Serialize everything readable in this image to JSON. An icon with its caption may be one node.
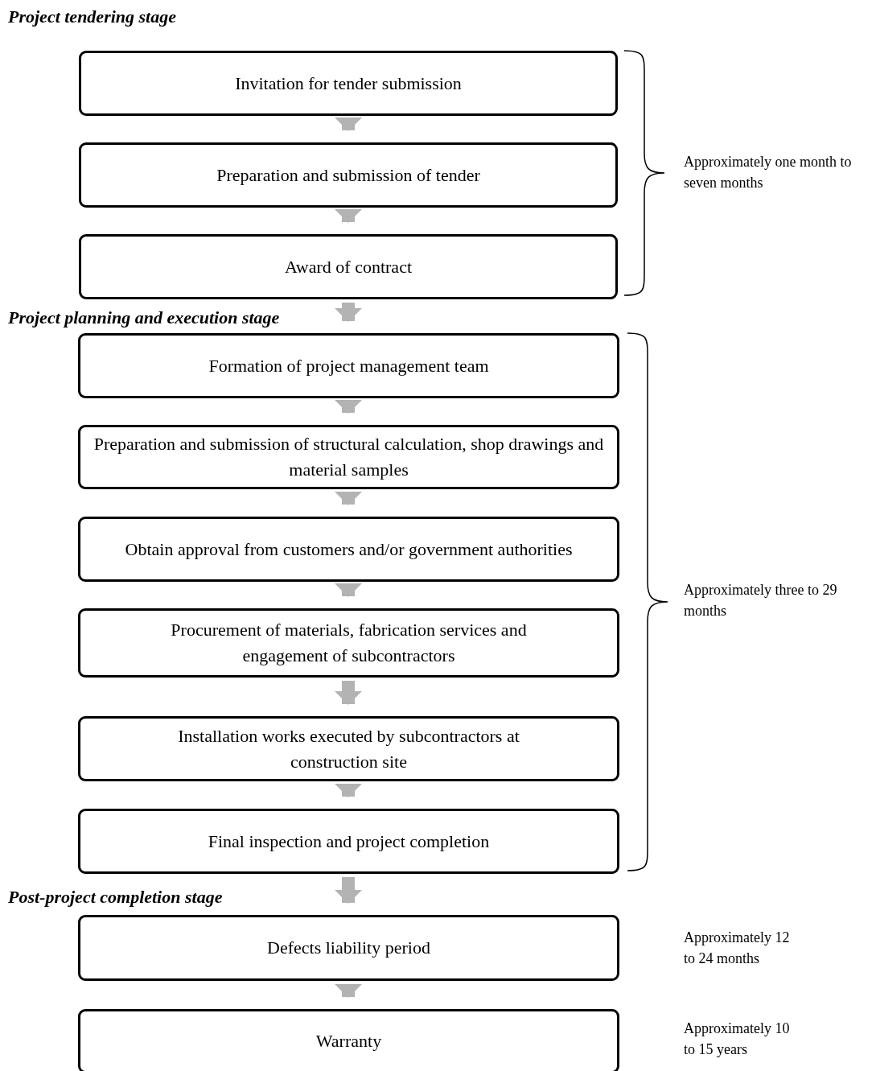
{
  "diagram": {
    "nodes": [
      {
        "text": [
          "Invitation for tender submission"
        ]
      },
      {
        "text": [
          "Preparation and submission of tender"
        ]
      },
      {
        "text": [
          "Award of contract"
        ]
      },
      {
        "text": [
          "Formation of project management team"
        ]
      },
      {
        "text": [
          "Preparation and submission of structural calculation, shop drawings and material samples"
        ]
      },
      {
        "text": [
          "Obtain approval from customers and/or government authorities"
        ]
      },
      {
        "text": [
          "Procurement of materials, fabrication services and engagement of subcontractors"
        ]
      },
      {
        "text": [
          "Installation works executed by subcontractors at construction site"
        ]
      },
      {
        "text": [
          "Final inspection and project completion"
        ]
      },
      {
        "text": [
          "Defects liability period"
        ]
      },
      {
        "text": [
          "Warranty"
        ]
      }
    ],
    "edges": [
      {
        "from": 0,
        "to": 1,
        "arrow": "to"
      },
      {
        "from": 1,
        "to": 2,
        "arrow": "to"
      },
      {
        "from": 2,
        "to": 3,
        "arrow": "to"
      },
      {
        "from": 3,
        "to": 4,
        "arrow": "to"
      },
      {
        "from": 4,
        "to": 5,
        "arrow": "to"
      },
      {
        "from": 5,
        "to": 6,
        "arrow": "to"
      },
      {
        "from": 6,
        "to": 7,
        "arrow": "to"
      },
      {
        "from": 7,
        "to": 8,
        "arrow": "to"
      },
      {
        "from": 8,
        "to": 9,
        "arrow": "to"
      },
      {
        "from": 9,
        "to": 10,
        "arrow": "to"
      }
    ],
    "labels": [
      "Project tendering stage",
      "Approximately one month to seven months",
      "Project planning and execution stage",
      "Approximately three to 29 months",
      "Post-project completion stage",
      "Approximately 12 to 24 months",
      "Approximately 10 to 15 years"
    ]
  }
}
